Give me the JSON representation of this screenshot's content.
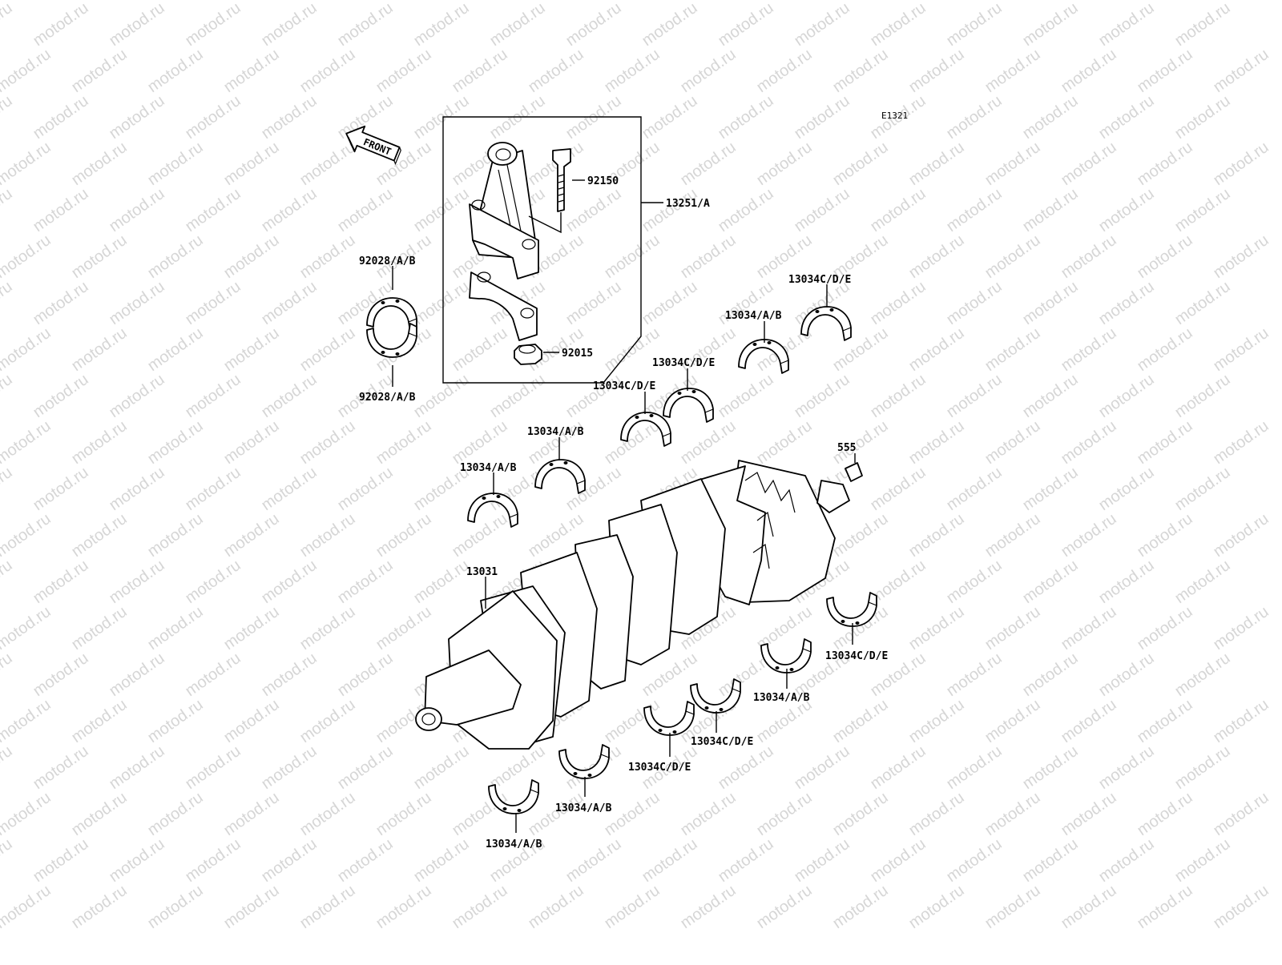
{
  "diagram": {
    "code": "E1321",
    "front_label": "FRONT",
    "watermark": "motod.ru",
    "parts": [
      {
        "id": "p92150",
        "label": "92150"
      },
      {
        "id": "p13251",
        "label": "13251/A"
      },
      {
        "id": "p92015",
        "label": "92015"
      },
      {
        "id": "p92028t",
        "label": "92028/A/B"
      },
      {
        "id": "p92028b",
        "label": "92028/A/B"
      },
      {
        "id": "u1",
        "label": "13034C/D/E"
      },
      {
        "id": "u2",
        "label": "13034/A/B"
      },
      {
        "id": "u3",
        "label": "13034C/D/E"
      },
      {
        "id": "u4",
        "label": "13034C/D/E"
      },
      {
        "id": "u5",
        "label": "13034/A/B"
      },
      {
        "id": "u6",
        "label": "13034/A/B"
      },
      {
        "id": "p555",
        "label": "555"
      },
      {
        "id": "p13031",
        "label": "13031"
      },
      {
        "id": "l1",
        "label": "13034C/D/E"
      },
      {
        "id": "l2",
        "label": "13034/A/B"
      },
      {
        "id": "l3",
        "label": "13034C/D/E"
      },
      {
        "id": "l4",
        "label": "13034C/D/E"
      },
      {
        "id": "l5",
        "label": "13034/A/B"
      },
      {
        "id": "l6",
        "label": "13034/A/B"
      }
    ]
  }
}
